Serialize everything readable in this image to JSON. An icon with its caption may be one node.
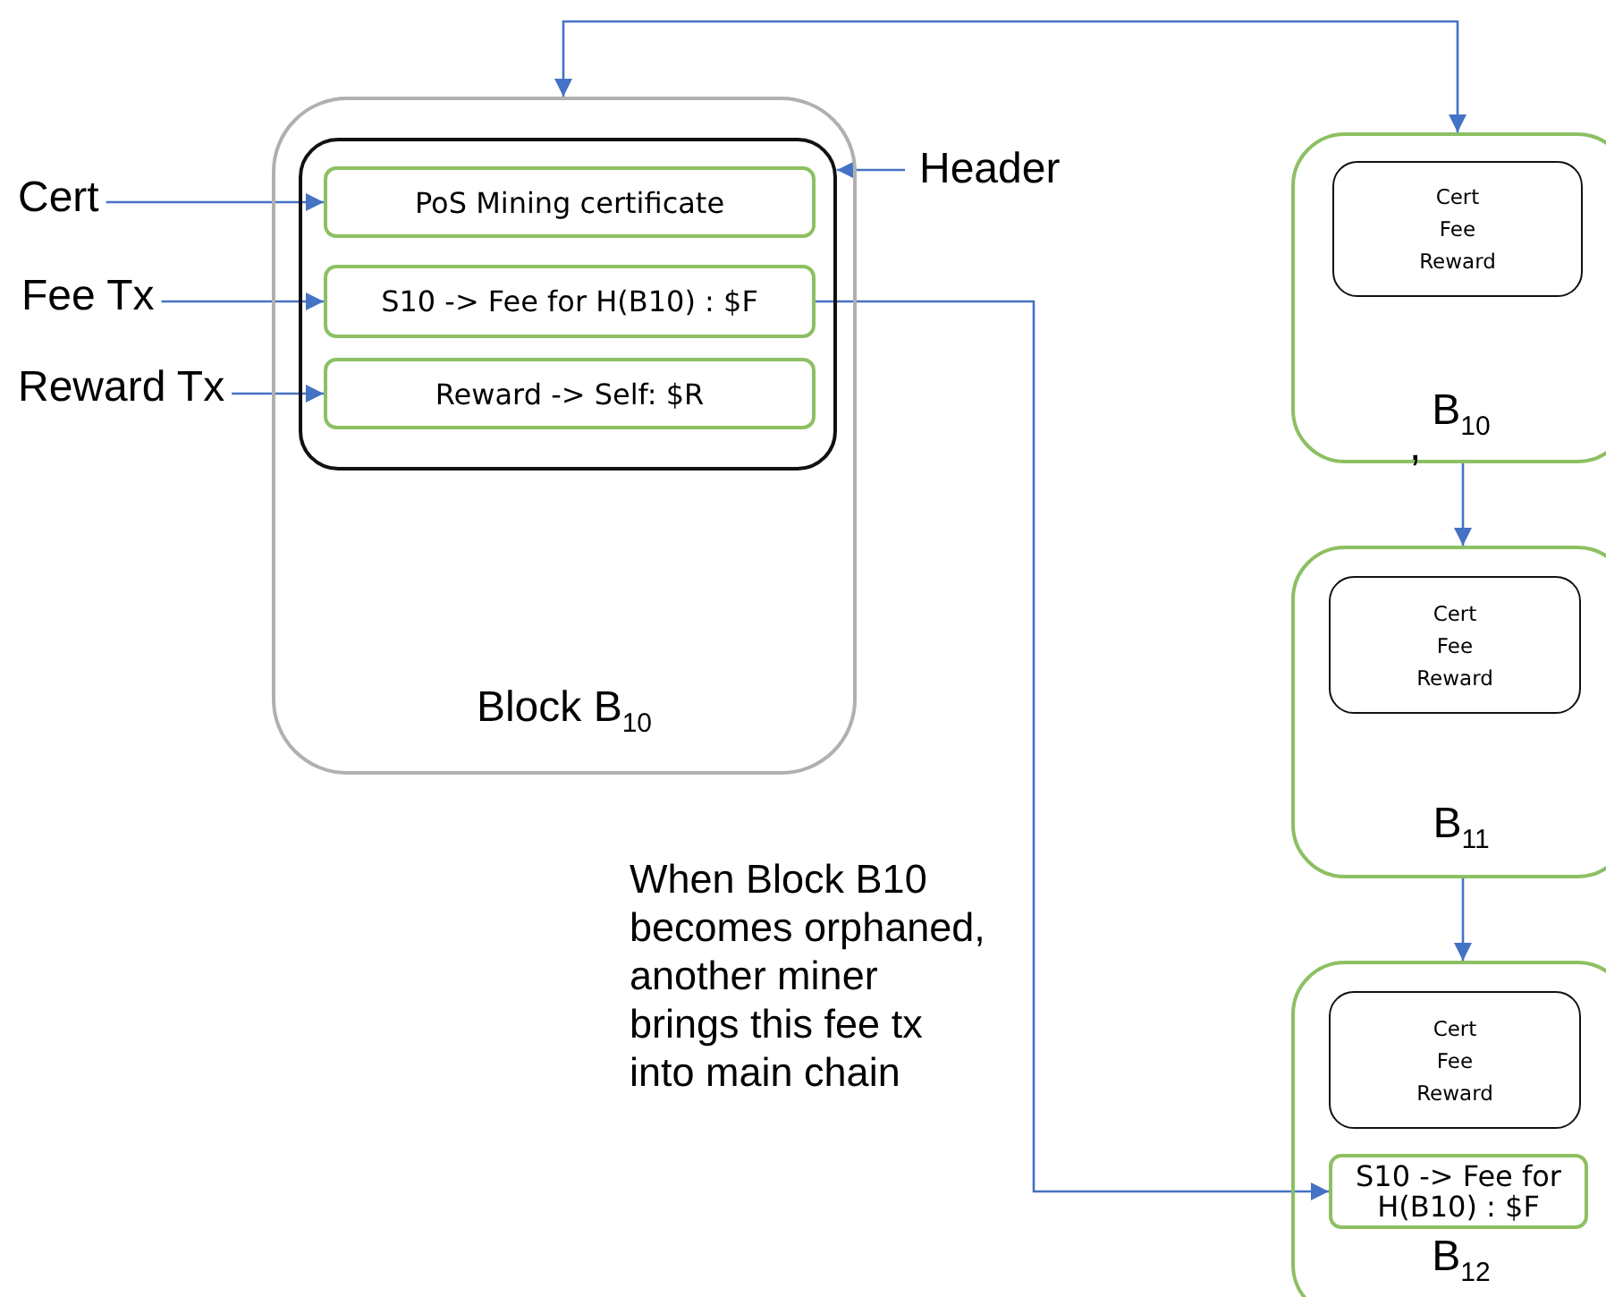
{
  "diagram": {
    "nodes": [
      {
        "text": [
          "Block B$_{10}$"
        ]
      },
      {
        "text": [],
        "shape": "box",
        "in": 0
      },
      {
        "text": [
          "PoS Mining certificate"
        ],
        "in": 1
      },
      {
        "text": [
          "S10 -> Fee for H(B10) : $F"
        ],
        "in": 1
      },
      {
        "text": [
          "Reward -> Self: $R"
        ],
        "in": 1
      },
      {
        "text": [
          "Cert"
        ]
      },
      {
        "text": [
          "Fee Tx"
        ]
      },
      {
        "text": [
          "Reward Tx"
        ]
      },
      {
        "text": [
          "Header"
        ]
      },
      {
        "text": [
          "B$_{10}$"
        ],
        "beside": [
          ","
        ]
      },
      {
        "text": [
          "Cert",
          "Fee",
          "Reward"
        ],
        "in": 9
      },
      {
        "text": [
          "B$_{11}$"
        ]
      },
      {
        "text": [
          "Cert",
          "Fee",
          "Reward"
        ],
        "in": 11
      },
      {
        "text": [
          "B$_{12}$"
        ]
      },
      {
        "text": [
          "Cert",
          "Fee",
          "Reward"
        ],
        "in": 13
      },
      {
        "text": [
          "S10 -> Fee for H(B10) : $F"
        ],
        "in": 13
      }
    ],
    "edges": [
      {
        "from": 5,
        "to": 2,
        "arrow": "to"
      },
      {
        "from": 6,
        "to": 3,
        "arrow": "to"
      },
      {
        "from": 7,
        "to": 4,
        "arrow": "to"
      },
      {
        "from": 8,
        "to": 1,
        "arrow": "to"
      },
      {
        "from": 9,
        "to": 0,
        "arrow": "both"
      },
      {
        "from": 9,
        "to": 11,
        "arrow": "to"
      },
      {
        "from": 11,
        "to": 13,
        "arrow": "to"
      },
      {
        "from": 3,
        "to": 15,
        "arrow": "to"
      }
    ],
    "labels": [
      "When Block B10 becomes orphaned, another miner brings this fee tx into main chain"
    ]
  }
}
